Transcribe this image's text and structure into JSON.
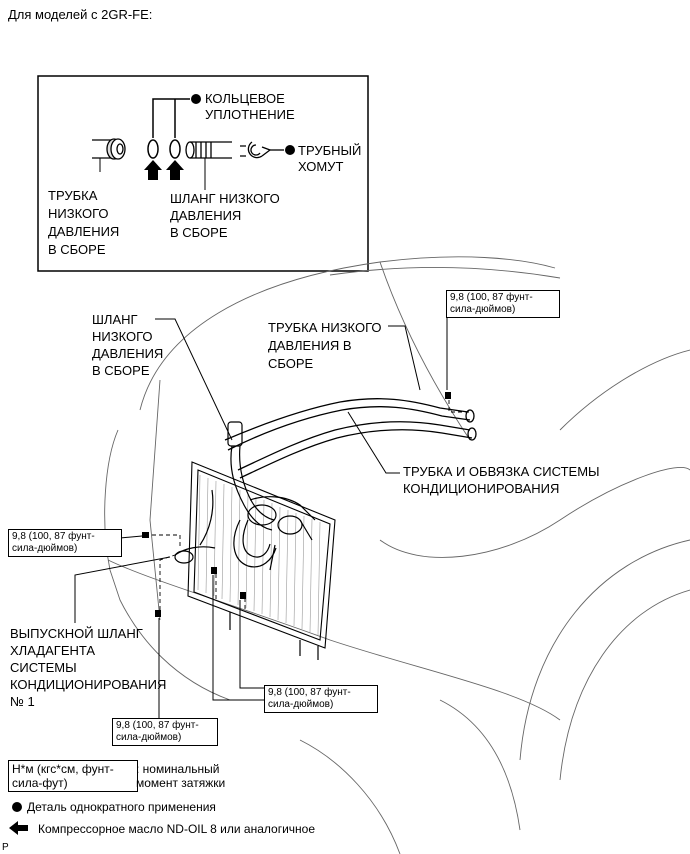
{
  "header": {
    "title": "Для моделей с 2GR-FE:"
  },
  "inset": {
    "o_ring_label_1": "КОЛЬЦЕВОЕ",
    "o_ring_label_2": "УПЛОТНЕНИЕ",
    "clamp_label_1": "ТРУБНЫЙ",
    "clamp_label_2": "ХОМУТ",
    "tube_label": [
      "ТРУБКА",
      "НИЗКОГО",
      "ДАВЛЕНИЯ",
      "В СБОРЕ"
    ],
    "hose_label": [
      "ШЛАНГ НИЗКОГО",
      "ДАВЛЕНИЯ",
      "В СБОРЕ"
    ]
  },
  "main": {
    "hose_label": [
      "ШЛАНГ",
      "НИЗКОГО",
      "ДАВЛЕНИЯ",
      "В СБОРЕ"
    ],
    "tube_label": [
      "ТРУБКА НИЗКОГО",
      "ДАВЛЕНИЯ В",
      "СБОРЕ"
    ],
    "ac_piping_label": [
      "ТРУБКА И ОБВЯЗКА СИСТЕМЫ",
      "КОНДИЦИОНИРОВАНИЯ"
    ],
    "discharge_label": [
      "ВЫПУСКНОЙ ШЛАНГ",
      "ХЛАДАГЕНТА",
      "СИСТЕМЫ",
      "КОНДИЦИОНИРОВАНИЯ",
      "№ 1"
    ],
    "torque_top_right": [
      "9,8 (100, 87 фунт-",
      "сила-дюймов)"
    ],
    "torque_left": [
      "9,8 (100, 87 фунт-",
      "сила-дюймов)"
    ],
    "torque_mid": [
      "9,8 (100, 87 фунт-",
      "сила-дюймов)"
    ],
    "torque_bottom": [
      "9,8 (100, 87 фунт-",
      "сила-дюймов)"
    ]
  },
  "legend": {
    "unit_box": [
      "Н*м (кгс*см, фунт-",
      "сила-фут)"
    ],
    "unit_desc": [
      ": номинальный",
      "момент затяжки"
    ],
    "one_time": "Деталь однократного применения",
    "oil": "Компрессорное масло ND-OIL 8 или аналогичное",
    "page_mark": "P"
  }
}
